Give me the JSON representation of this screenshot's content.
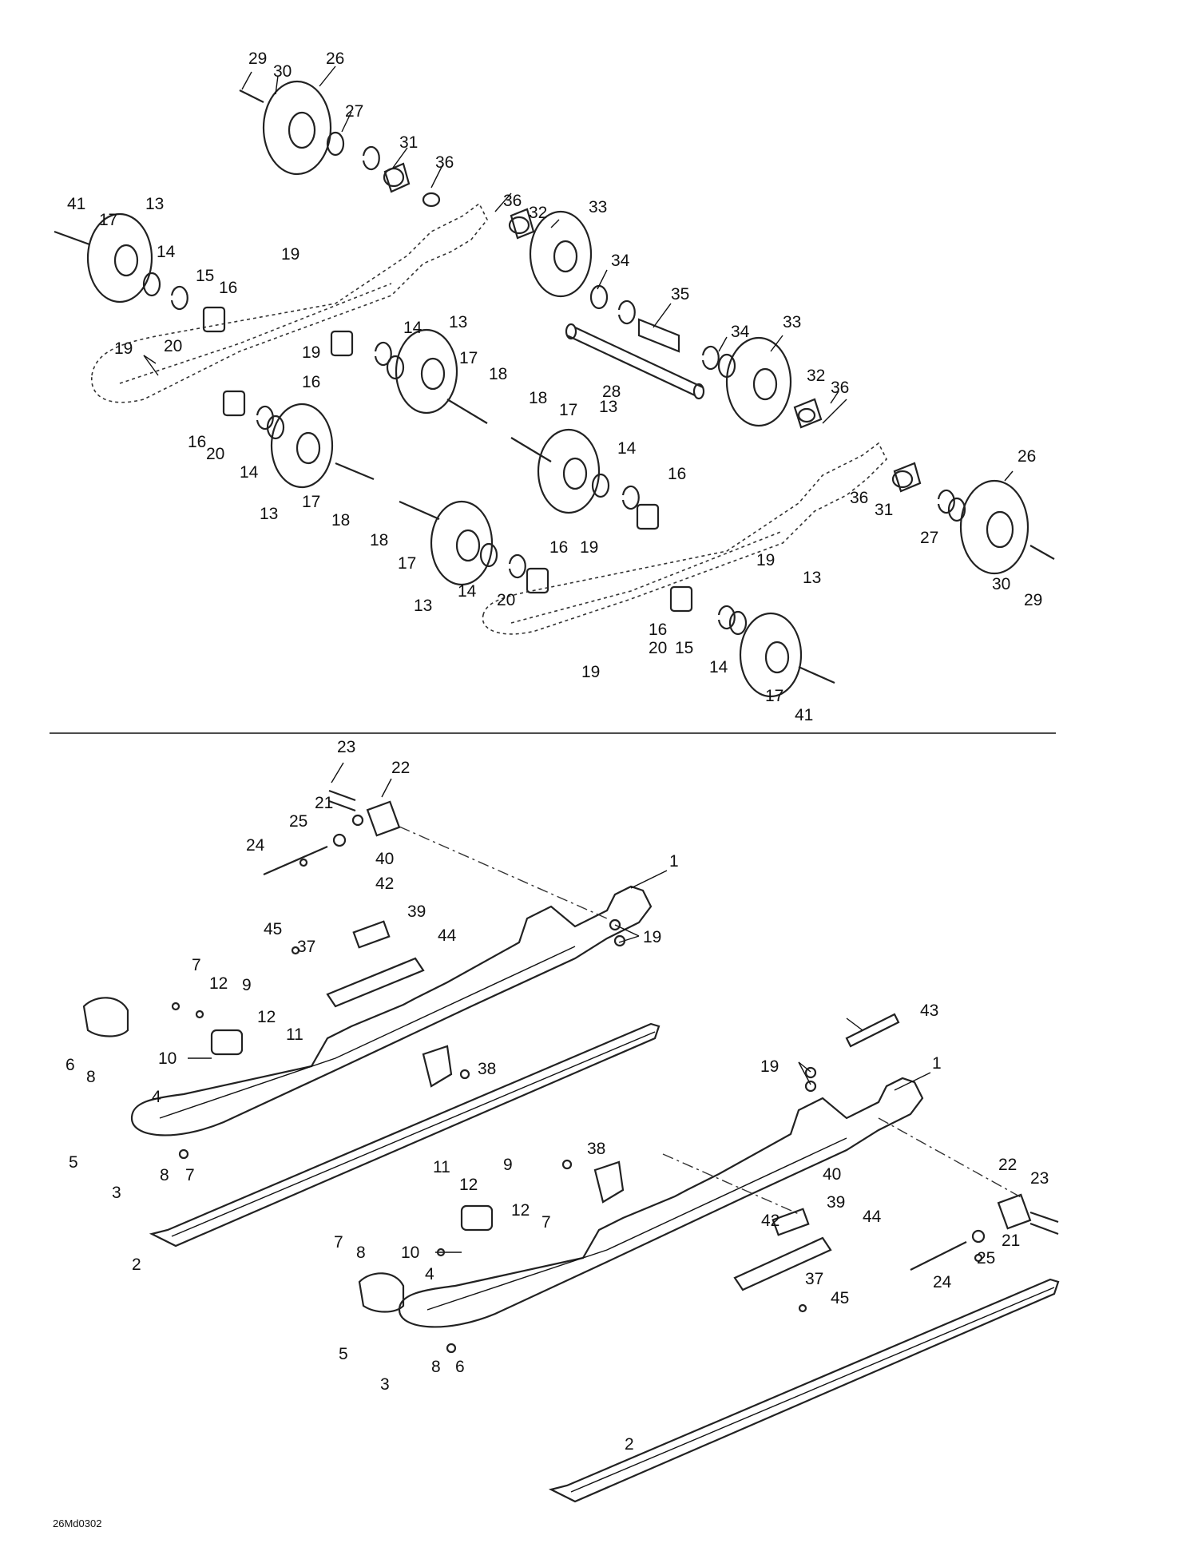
{
  "diagram": {
    "drawing_code": "26Md0302",
    "callouts": [
      {
        "id": 1,
        "text": "29"
      },
      {
        "id": 2,
        "text": "30"
      },
      {
        "id": 3,
        "text": "26"
      },
      {
        "id": 4,
        "text": "27"
      },
      {
        "id": 5,
        "text": "31"
      },
      {
        "id": 6,
        "text": "36"
      },
      {
        "id": 7,
        "text": "41"
      },
      {
        "id": 8,
        "text": "17"
      },
      {
        "id": 9,
        "text": "13"
      },
      {
        "id": 10,
        "text": "36"
      },
      {
        "id": 11,
        "text": "32"
      },
      {
        "id": 12,
        "text": "33"
      },
      {
        "id": 13,
        "text": "14"
      },
      {
        "id": 14,
        "text": "19"
      },
      {
        "id": 15,
        "text": "15"
      },
      {
        "id": 16,
        "text": "16"
      },
      {
        "id": 17,
        "text": "34"
      },
      {
        "id": 18,
        "text": "35"
      },
      {
        "id": 19,
        "text": "19"
      },
      {
        "id": 20,
        "text": "20"
      },
      {
        "id": 21,
        "text": "19"
      },
      {
        "id": 22,
        "text": "14"
      },
      {
        "id": 23,
        "text": "13"
      },
      {
        "id": 24,
        "text": "34"
      },
      {
        "id": 25,
        "text": "33"
      },
      {
        "id": 26,
        "text": "16"
      },
      {
        "id": 27,
        "text": "17"
      },
      {
        "id": 28,
        "text": "18"
      },
      {
        "id": 29,
        "text": "28"
      },
      {
        "id": 30,
        "text": "32"
      },
      {
        "id": 31,
        "text": "36"
      },
      {
        "id": 32,
        "text": "18"
      },
      {
        "id": 33,
        "text": "17"
      },
      {
        "id": 34,
        "text": "13"
      },
      {
        "id": 35,
        "text": "16"
      },
      {
        "id": 36,
        "text": "20"
      },
      {
        "id": 37,
        "text": "14"
      },
      {
        "id": 38,
        "text": "14"
      },
      {
        "id": 39,
        "text": "16"
      },
      {
        "id": 40,
        "text": "26"
      },
      {
        "id": 41,
        "text": "13"
      },
      {
        "id": 42,
        "text": "17"
      },
      {
        "id": 43,
        "text": "18"
      },
      {
        "id": 44,
        "text": "36"
      },
      {
        "id": 45,
        "text": "31"
      },
      {
        "id": 46,
        "text": "18"
      },
      {
        "id": 47,
        "text": "16"
      },
      {
        "id": 48,
        "text": "19"
      },
      {
        "id": 49,
        "text": "19"
      },
      {
        "id": 50,
        "text": "27"
      },
      {
        "id": 51,
        "text": "17"
      },
      {
        "id": 52,
        "text": "14"
      },
      {
        "id": 53,
        "text": "20"
      },
      {
        "id": 54,
        "text": "13"
      },
      {
        "id": 55,
        "text": "30"
      },
      {
        "id": 56,
        "text": "29"
      },
      {
        "id": 57,
        "text": "13"
      },
      {
        "id": 58,
        "text": "16"
      },
      {
        "id": 59,
        "text": "20"
      },
      {
        "id": 60,
        "text": "15"
      },
      {
        "id": 61,
        "text": "14"
      },
      {
        "id": 62,
        "text": "19"
      },
      {
        "id": 63,
        "text": "17"
      },
      {
        "id": 64,
        "text": "41"
      },
      {
        "id": 65,
        "text": "23"
      },
      {
        "id": 66,
        "text": "22"
      },
      {
        "id": 67,
        "text": "21"
      },
      {
        "id": 68,
        "text": "25"
      },
      {
        "id": 69,
        "text": "24"
      },
      {
        "id": 70,
        "text": "40"
      },
      {
        "id": 71,
        "text": "1"
      },
      {
        "id": 72,
        "text": "42"
      },
      {
        "id": 73,
        "text": "39"
      },
      {
        "id": 74,
        "text": "45"
      },
      {
        "id": 75,
        "text": "37"
      },
      {
        "id": 76,
        "text": "44"
      },
      {
        "id": 77,
        "text": "19"
      },
      {
        "id": 78,
        "text": "7"
      },
      {
        "id": 79,
        "text": "12"
      },
      {
        "id": 80,
        "text": "9"
      },
      {
        "id": 81,
        "text": "12"
      },
      {
        "id": 82,
        "text": "11"
      },
      {
        "id": 83,
        "text": "10"
      },
      {
        "id": 84,
        "text": "38"
      },
      {
        "id": 85,
        "text": "6"
      },
      {
        "id": 86,
        "text": "8"
      },
      {
        "id": 87,
        "text": "4"
      },
      {
        "id": 88,
        "text": "5"
      },
      {
        "id": 89,
        "text": "8"
      },
      {
        "id": 90,
        "text": "7"
      },
      {
        "id": 91,
        "text": "3"
      },
      {
        "id": 92,
        "text": "2"
      },
      {
        "id": 93,
        "text": "43"
      },
      {
        "id": 94,
        "text": "1"
      },
      {
        "id": 95,
        "text": "19"
      },
      {
        "id": 96,
        "text": "38"
      },
      {
        "id": 97,
        "text": "11"
      },
      {
        "id": 98,
        "text": "12"
      },
      {
        "id": 99,
        "text": "9"
      },
      {
        "id": 100,
        "text": "12"
      },
      {
        "id": 101,
        "text": "7"
      },
      {
        "id": 102,
        "text": "22"
      },
      {
        "id": 103,
        "text": "23"
      },
      {
        "id": 104,
        "text": "40"
      },
      {
        "id": 105,
        "text": "39"
      },
      {
        "id": 106,
        "text": "7"
      },
      {
        "id": 107,
        "text": "8"
      },
      {
        "id": 108,
        "text": "10"
      },
      {
        "id": 109,
        "text": "42"
      },
      {
        "id": 110,
        "text": "44"
      },
      {
        "id": 111,
        "text": "21"
      },
      {
        "id": 112,
        "text": "4"
      },
      {
        "id": 113,
        "text": "25"
      },
      {
        "id": 114,
        "text": "24"
      },
      {
        "id": 115,
        "text": "37"
      },
      {
        "id": 116,
        "text": "45"
      },
      {
        "id": 117,
        "text": "5"
      },
      {
        "id": 118,
        "text": "8"
      },
      {
        "id": 119,
        "text": "6"
      },
      {
        "id": 120,
        "text": "3"
      },
      {
        "id": 121,
        "text": "2"
      }
    ]
  }
}
